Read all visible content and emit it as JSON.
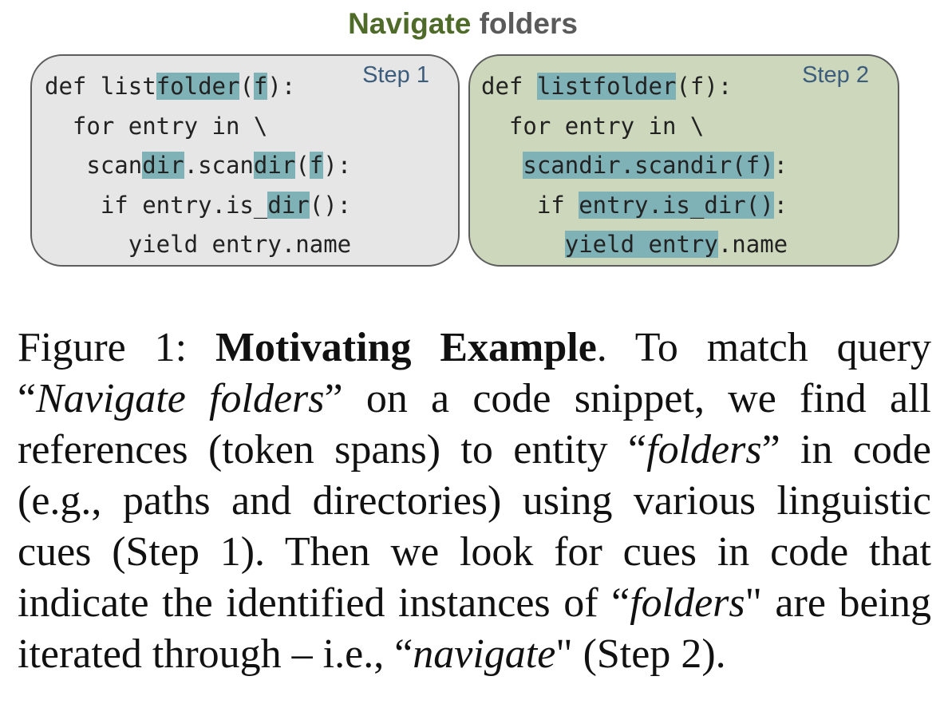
{
  "figure_title": {
    "word1": "Navigate",
    "word2": "folders"
  },
  "step1": {
    "label": "Step 1",
    "lines": [
      [
        {
          "t": "def list",
          "h": false
        },
        {
          "t": "folder",
          "h": true
        },
        {
          "t": "(",
          "h": false
        },
        {
          "t": "f",
          "h": true
        },
        {
          "t": "):",
          "h": false
        }
      ],
      [
        {
          "t": "  for entry in \\",
          "h": false
        }
      ],
      [
        {
          "t": "   scan",
          "h": false
        },
        {
          "t": "dir",
          "h": true
        },
        {
          "t": ".scan",
          "h": false
        },
        {
          "t": "dir",
          "h": true
        },
        {
          "t": "(",
          "h": false
        },
        {
          "t": "f",
          "h": true
        },
        {
          "t": "):",
          "h": false
        }
      ],
      [
        {
          "t": "    if entry.is_",
          "h": false
        },
        {
          "t": "dir",
          "h": true
        },
        {
          "t": "():",
          "h": false
        }
      ],
      [
        {
          "t": "      yield entry.name",
          "h": false
        }
      ]
    ]
  },
  "step2": {
    "label": "Step 2",
    "lines": [
      [
        {
          "t": "def ",
          "h": false
        },
        {
          "t": "listfolder",
          "h": true
        },
        {
          "t": "(f):",
          "h": false
        }
      ],
      [
        {
          "t": "  for entry in \\",
          "h": false
        }
      ],
      [
        {
          "t": "   ",
          "h": false
        },
        {
          "t": "scandir.scandir(f)",
          "h": true
        },
        {
          "t": ":",
          "h": false
        }
      ],
      [
        {
          "t": "    if ",
          "h": false
        },
        {
          "t": "entry.is_dir()",
          "h": true
        },
        {
          "t": ":",
          "h": false
        }
      ],
      [
        {
          "t": "      ",
          "h": false
        },
        {
          "t": "yield entry",
          "h": true
        },
        {
          "t": ".name",
          "h": false
        }
      ]
    ]
  },
  "caption": {
    "prefix": "Figure 1: ",
    "bold": "Motivating Example",
    "parts": [
      {
        "t": ". To match query “",
        "i": false
      },
      {
        "t": "Navigate folders",
        "i": true
      },
      {
        "t": "” on a code snippet, we find all references (token spans) to entity “",
        "i": false
      },
      {
        "t": "folders",
        "i": true
      },
      {
        "t": "” in code (e.g., paths and directories) using various linguistic cues (Step 1). Then we look for cues in code that indicate the identified instances of “",
        "i": false
      },
      {
        "t": "folders",
        "i": true
      },
      {
        "t": "\" are being iterated through – i.e., “",
        "i": false
      },
      {
        "t": "navigate",
        "i": true
      },
      {
        "t": "\" (Step 2).",
        "i": false
      }
    ]
  }
}
